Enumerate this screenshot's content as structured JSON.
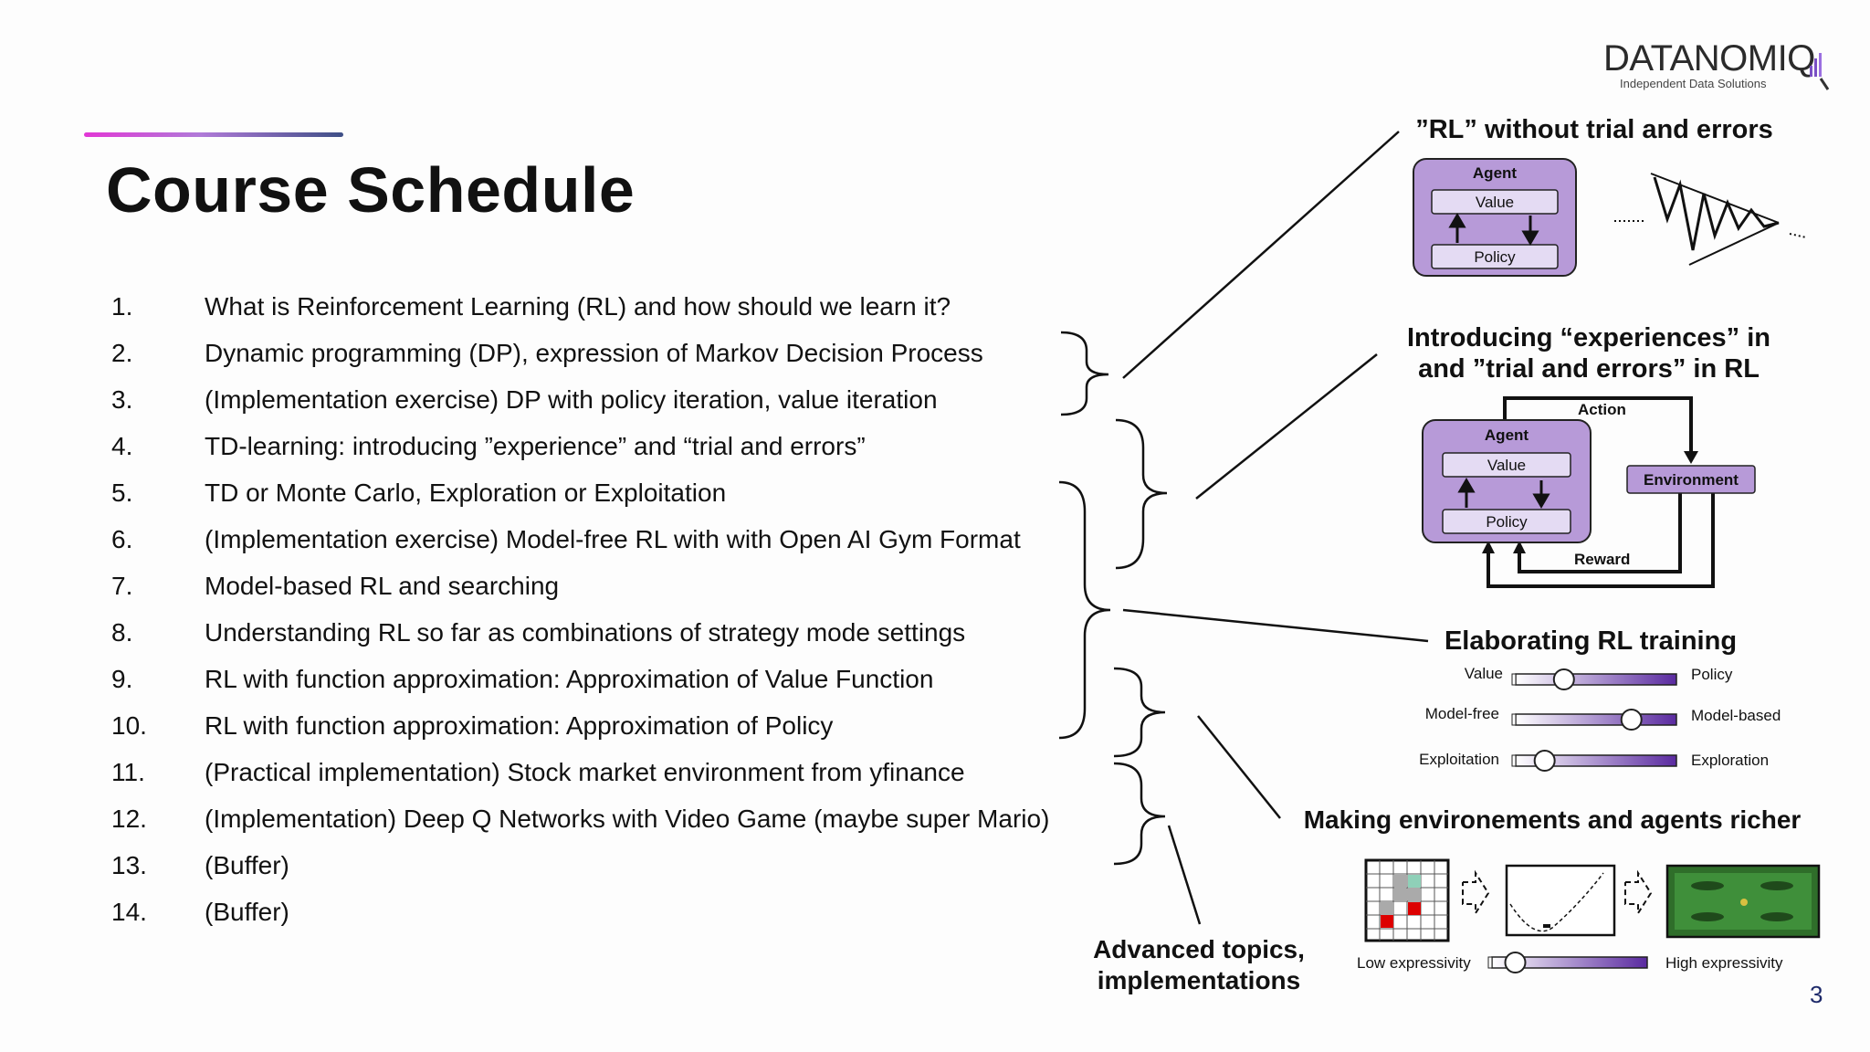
{
  "slide": {
    "title": "Course Schedule",
    "page_number": "3"
  },
  "logo": {
    "name": "DATANOMIQ",
    "tagline": "Independent Data Solutions"
  },
  "schedule": [
    {
      "num": "1.",
      "text": "What is Reinforcement Learning (RL) and how should we learn it?"
    },
    {
      "num": "2.",
      "text": "Dynamic programming (DP), expression of Markov Decision Process"
    },
    {
      "num": "3.",
      "text": "(Implementation exercise) DP with policy iteration, value iteration"
    },
    {
      "num": "4.",
      "text": "TD-learning: introducing ”experience” and “trial and errors”"
    },
    {
      "num": "5.",
      "text": "TD or Monte Carlo, Exploration or Exploitation"
    },
    {
      "num": "6.",
      "text": "(Implementation exercise) Model-free RL with with Open AI Gym Format"
    },
    {
      "num": "7.",
      "text": "Model-based RL and searching"
    },
    {
      "num": "8.",
      "text": "Understanding RL so far as combinations of strategy mode settings"
    },
    {
      "num": "9.",
      "text": "RL with function approximation: Approximation of Value Function"
    },
    {
      "num": "10.",
      "text": "RL with function approximation: Approximation of Policy"
    },
    {
      "num": "11.",
      "text": "(Practical implementation) Stock market  environment from yfinance"
    },
    {
      "num": "12.",
      "text": "(Implementation) Deep Q Networks with Video Game (maybe super Mario)"
    },
    {
      "num": "13.",
      "text": "(Buffer)"
    },
    {
      "num": "14.",
      "text": "(Buffer)"
    }
  ],
  "sections": {
    "rl_without_trial": {
      "heading": "”RL” without trial and errors",
      "agent": "Agent",
      "value": "Value",
      "policy": "Policy"
    },
    "experiences": {
      "heading_line1": "Introducing “experiences” in",
      "heading_line2": "and ”trial and errors” in RL",
      "agent": "Agent",
      "value": "Value",
      "policy": "Policy",
      "action": "Action",
      "environment": "Environment",
      "reward": "Reward"
    },
    "elaborating": {
      "heading": "Elaborating RL training",
      "sliders": [
        {
          "left": "Value",
          "right": "Policy",
          "position": 0.3
        },
        {
          "left": "Model-free",
          "right": "Model-based",
          "position": 0.72
        },
        {
          "left": "Exploitation",
          "right": "Exploration",
          "position": 0.18
        }
      ]
    },
    "richer": {
      "heading": "Making environements and agents richer",
      "slider_left": "Low expressivity",
      "slider_right": "High expressivity",
      "slider_position": 0.15
    },
    "advanced": {
      "heading_line1": "Advanced topics,",
      "heading_line2": "implementations"
    }
  },
  "colors": {
    "box_purple": "#b79ad8",
    "inner_box": "#e4dbf3",
    "slider_dark": "#5a2aa0",
    "accent_pink": "#e237d6",
    "accent_navy": "#3e4f86"
  }
}
